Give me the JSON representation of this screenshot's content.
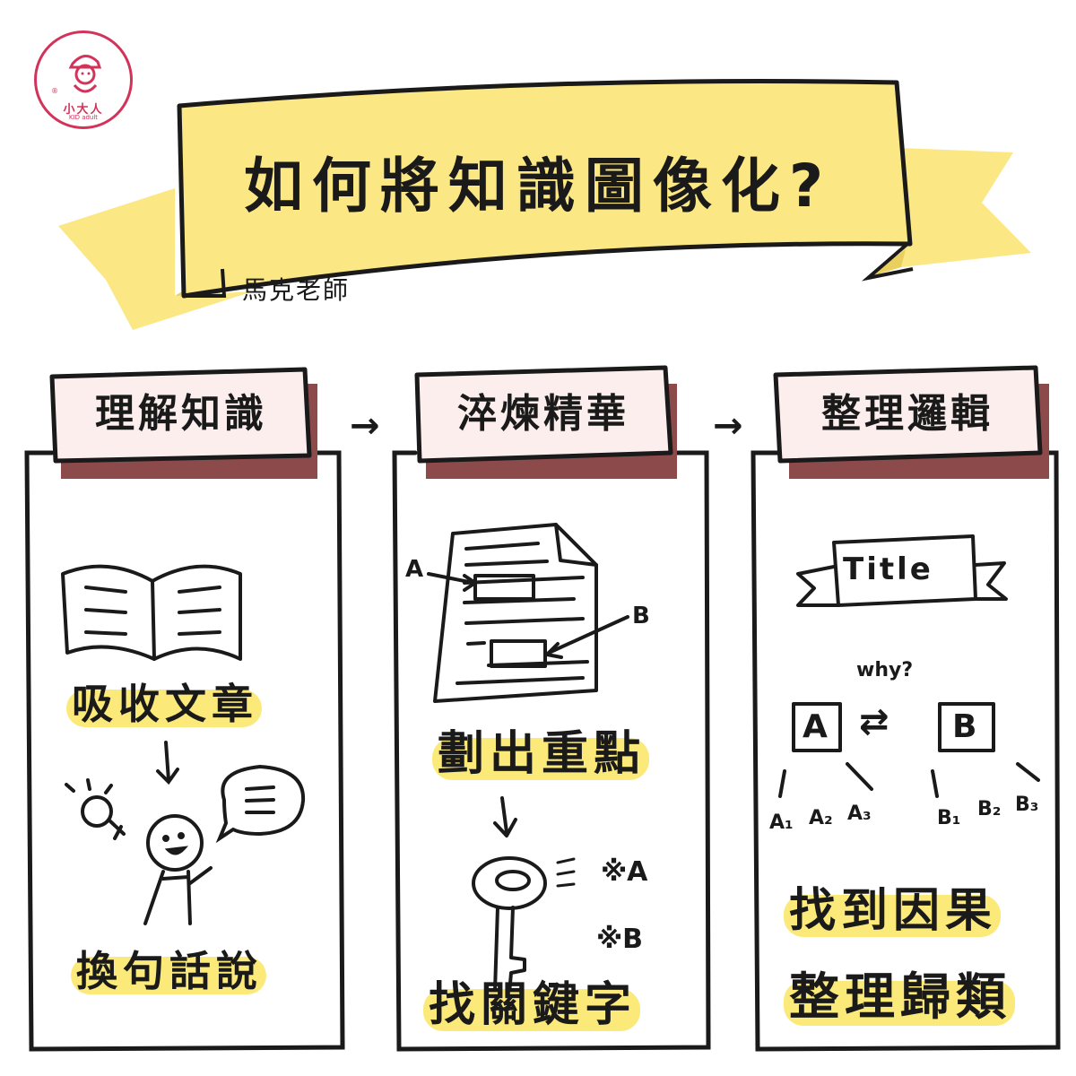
{
  "colors": {
    "highlight": "#fbe97a",
    "banner": "#fbe783",
    "header_box": "#fdeeee",
    "header_shadow": "#8c4a4a",
    "logo": "#d2335a",
    "ink": "#1a1a1a"
  },
  "logo": {
    "name": "小大人",
    "sub": "KID adult",
    "reg": "®"
  },
  "banner": {
    "title": "如何將知識圖像化?"
  },
  "author": "馬克老師",
  "arrows": [
    "→",
    "→",
    "→",
    "⇄",
    "↘"
  ],
  "columns": [
    {
      "header": "理解知識",
      "items": [
        "吸收文章",
        "換句話說"
      ],
      "icons": [
        "open-book-icon",
        "lightbulb-icon",
        "smiling-person-icon",
        "speech-bubble-icon"
      ]
    },
    {
      "header": "淬煉精華",
      "items": [
        "劃出重點",
        "找關鍵字"
      ],
      "labels": {
        "a": "A",
        "b": "B",
        "key_a": "※A",
        "key_b": "※B"
      },
      "icons": [
        "document-icon",
        "key-icon"
      ]
    },
    {
      "header": "整理邏輯",
      "items": [
        "找到因果",
        "整理歸類"
      ],
      "title_label": "Title",
      "why": "why?",
      "node_a": "A",
      "node_b": "B",
      "subs_a": [
        "A₁",
        "A₂",
        "A₃"
      ],
      "subs_b": [
        "B₁",
        "B₂",
        "B₃"
      ]
    }
  ]
}
